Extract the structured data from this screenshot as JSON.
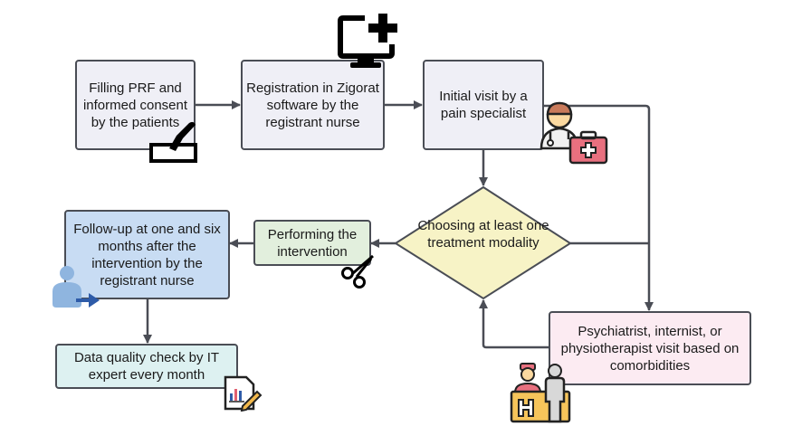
{
  "diagram": {
    "nodes": {
      "prf": "Filling PRF and informed consent by the patients",
      "registration": "Registration in Zigorat software by the registrant nurse",
      "initial_visit": "Initial visit by a pain specialist",
      "decision": "Choosing at least one treatment modality",
      "performing": "Performing the intervention",
      "followup": "Follow-up at one and six months after the intervention by the registrant nurse",
      "data_quality": "Data quality check by IT expert every month",
      "comorbidity": "Psychiatrist, internist, or physiotherapist visit based on comorbidities"
    },
    "icons": {
      "prf": "checkbox-pen-icon",
      "registration": "computer-plus-icon",
      "initial_visit": "doctor-with-medkit-icon",
      "performing": "scissors-icon",
      "followup": "patient-arrow-icon",
      "data_quality": "report-chart-pen-icon",
      "comorbidity": "reception-desk-icon"
    },
    "colors": {
      "line": "#4a4d55",
      "grey_box": "#efeff6",
      "blue_box": "#c8dcf3",
      "green_box": "#e2efdd",
      "cyan_box": "#ddf1f1",
      "pink_box": "#fcebf2",
      "diamond": "#f7f3c6"
    }
  }
}
